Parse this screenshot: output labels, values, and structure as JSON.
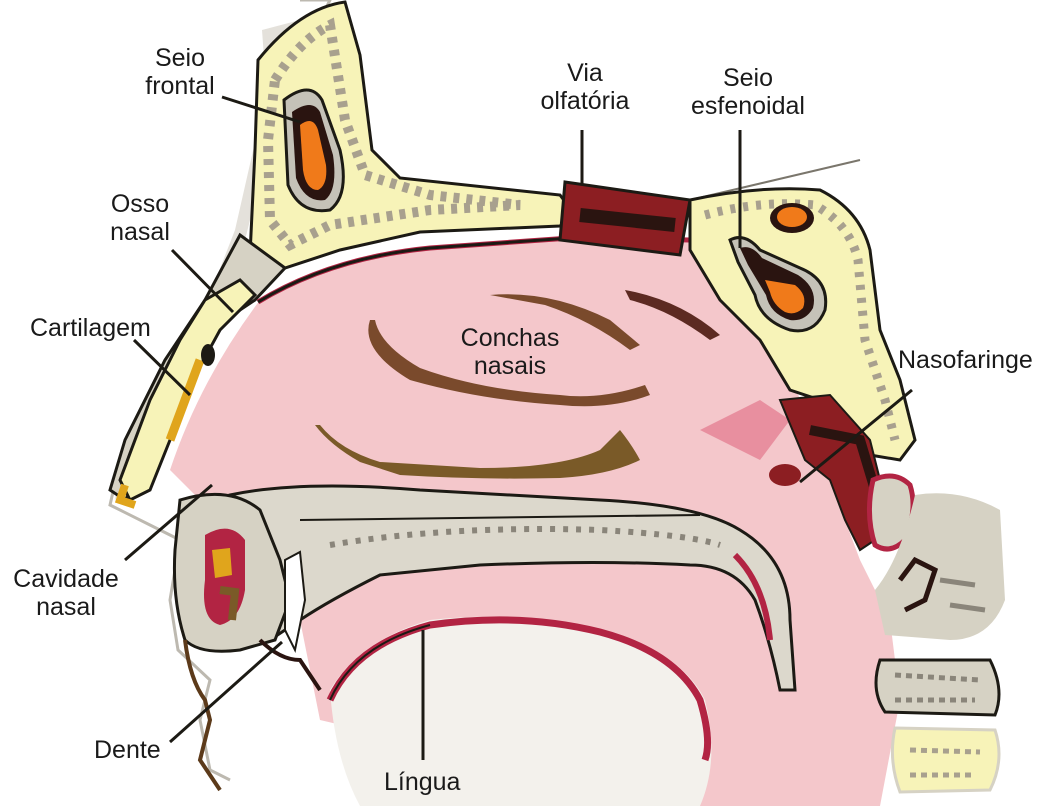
{
  "diagram": {
    "labels": {
      "seio_frontal": [
        "Seio",
        "frontal"
      ],
      "via_olfatoria": [
        "Via",
        "olfatória"
      ],
      "seio_esfenoidal": [
        "Seio",
        "esfenoidal"
      ],
      "osso_nasal": [
        "Osso",
        "nasal"
      ],
      "cartilagem": [
        "Cartilagem"
      ],
      "conchas_nasais": [
        "Conchas",
        "nasais"
      ],
      "nasofaringe": [
        "Nasofaringe"
      ],
      "cavidade_nasal": [
        "Cavidade",
        "nasal"
      ],
      "dente": [
        "Dente"
      ],
      "lingua": [
        "Língua"
      ]
    },
    "colors": {
      "bone": "#f7f3b8",
      "bone_spots": "#a8a08e",
      "mucosa": "#f4c7cb",
      "mucosa_edge": "#b22443",
      "sinus_orange": "#f07a1a",
      "turbinate": "#7a4a2c",
      "outline": "#1c1a14",
      "vertebra": "#d6d2c4",
      "tissue_gray": "#dcd8cc",
      "olfactory": "#8c1e22"
    }
  }
}
